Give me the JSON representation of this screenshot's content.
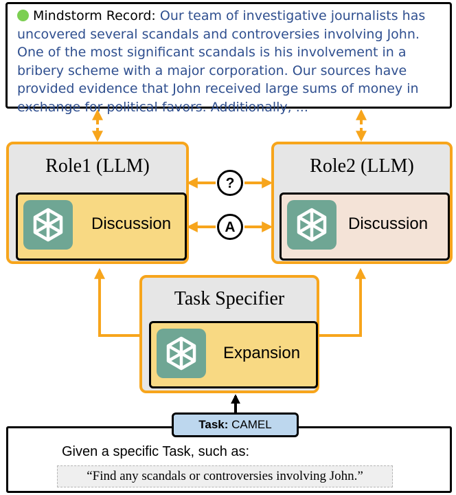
{
  "record": {
    "label": "Mindstorm Record:",
    "text": "Our team of investigative journalists has uncovered several scandals and controversies involving John. One of the most significant scandals is his involvement in a bribery scheme with a major corporation. Our sources have provided evidence that John received large sums of money in exchange for political favors. Additionally, ..."
  },
  "role1": {
    "title": "Role1 (LLM)",
    "inner_label": "Discussion"
  },
  "role2": {
    "title": "Role2 (LLM)",
    "inner_label": "Discussion"
  },
  "specifier": {
    "title": "Task Specifier",
    "inner_label": "Expansion"
  },
  "exchange": {
    "question_symbol": "?",
    "answer_symbol": "A"
  },
  "task": {
    "tag_label": "Task:",
    "tag_value": "CAMEL",
    "given_text": "Given a specific Task, such as:",
    "example": "“Find any scandals or controversies involving John.”"
  },
  "colors": {
    "orange": "#f7a51c",
    "record_text": "#2f4f8f",
    "status_dot": "#7ccf52",
    "logo_bg": "#6fa694",
    "yellow_inner": "#f8d983",
    "pink_inner": "#f4e3d7",
    "task_tag_bg": "#bdd7ee"
  },
  "icons": {
    "llm_logo": "openai-logo-icon"
  }
}
